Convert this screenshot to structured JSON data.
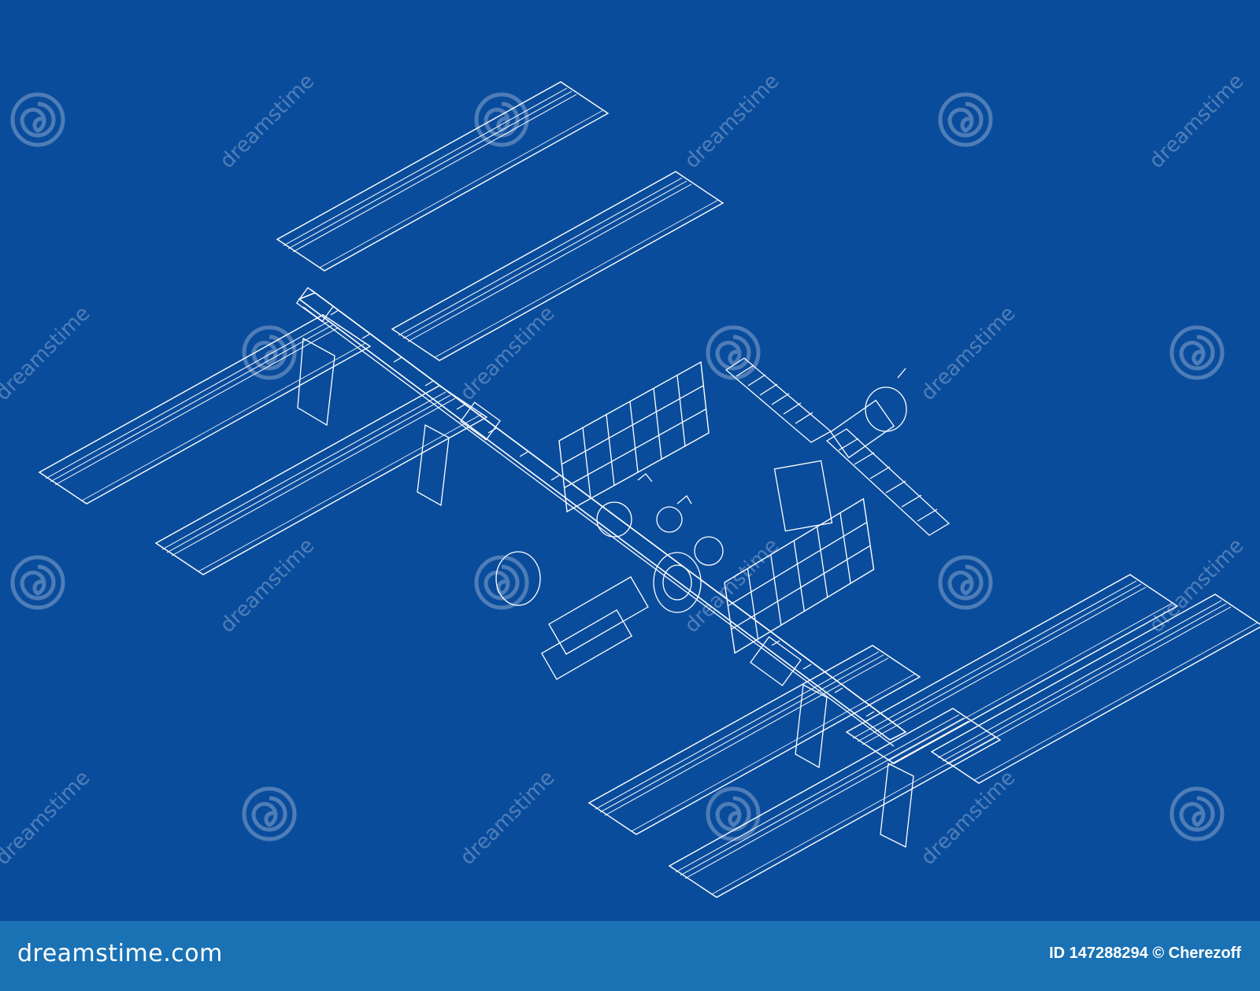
{
  "image": {
    "subject": "isometric wireframe blueprint of the International Space Station",
    "background_color": "#0a4c9c",
    "line_color": "#ffffff"
  },
  "watermark": {
    "text": "dreamstime",
    "icon": "swirl-logo-icon"
  },
  "footer": {
    "logo_text": "dreamstime.com",
    "credit_text": "ID 147288294 © Cherezoff",
    "background_color": "#1a72b4"
  }
}
